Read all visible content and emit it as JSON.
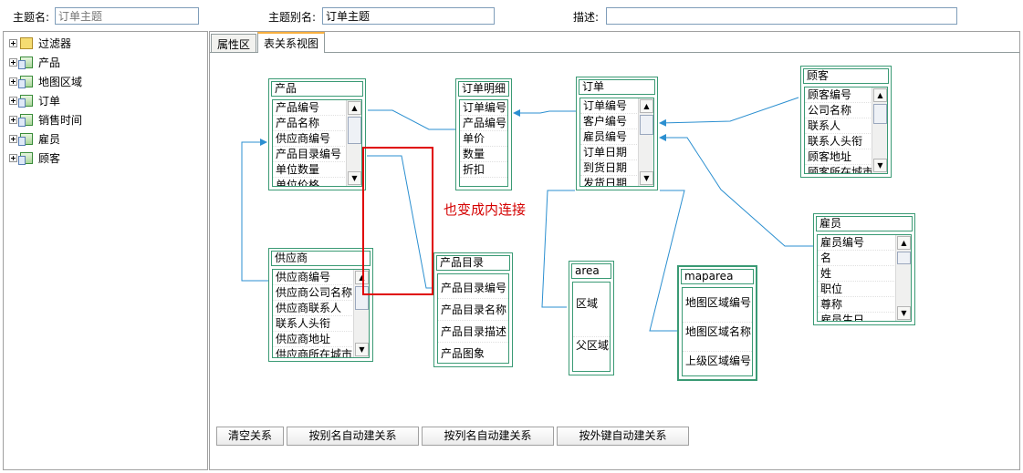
{
  "header": {
    "subject_name_label": "主题名:",
    "subject_name_placeholder": "订单主题",
    "subject_alias_label": "主题别名:",
    "subject_alias_value": "订单主题",
    "description_label": "描述:",
    "description_value": ""
  },
  "tree": {
    "items": [
      {
        "label": "过滤器",
        "icon": "filter-icon"
      },
      {
        "label": "产品",
        "icon": "table-icon"
      },
      {
        "label": "地图区域",
        "icon": "table-icon"
      },
      {
        "label": "订单",
        "icon": "table-icon"
      },
      {
        "label": "销售时间",
        "icon": "table-icon"
      },
      {
        "label": "雇员",
        "icon": "table-icon"
      },
      {
        "label": "顾客",
        "icon": "table-icon"
      }
    ]
  },
  "tabs": [
    {
      "label": "属性区",
      "active": false
    },
    {
      "label": "表关系视图",
      "active": true
    }
  ],
  "entities": {
    "product": {
      "title": "产品",
      "fields": [
        "产品编号",
        "产品名称",
        "供应商编号",
        "产品目录编号",
        "单位数量",
        "单位价格"
      ]
    },
    "order_detail": {
      "title": "订单明细",
      "fields": [
        "订单编号",
        "产品编号",
        "单价",
        "数量",
        "折扣"
      ]
    },
    "order": {
      "title": "订单",
      "fields": [
        "订单编号",
        "客户编号",
        "雇员编号",
        "订单日期",
        "到货日期",
        "发货日期"
      ]
    },
    "customer": {
      "title": "顾客",
      "fields": [
        "顾客编号",
        "公司名称",
        "联系人",
        "联系人头衔",
        "顾客地址",
        "顾客所在城市"
      ]
    },
    "supplier": {
      "title": "供应商",
      "fields": [
        "供应商编号",
        "供应商公司名称",
        "供应商联系人",
        "联系人头衔",
        "供应商地址",
        "供应商所在城市"
      ]
    },
    "category": {
      "title": "产品目录",
      "fields": [
        "产品目录编号",
        "产品目录名称",
        "产品目录描述",
        "产品图象"
      ]
    },
    "area": {
      "title": "area",
      "fields": [
        "区域",
        "父区域"
      ]
    },
    "maparea": {
      "title": "maparea",
      "fields": [
        "地图区域编号",
        "地图区域名称",
        "上级区域编号"
      ]
    },
    "employee": {
      "title": "雇员",
      "fields": [
        "雇员编号",
        "名",
        "姓",
        "职位",
        "尊称",
        "雇员生日"
      ]
    }
  },
  "annotation": "也变成内连接",
  "buttons": {
    "clear": "清空关系",
    "by_alias": "按别名自动建关系",
    "by_column": "按列名自动建关系",
    "by_foreign_key": "按外键自动建关系"
  },
  "colors": {
    "entity_border": "#3a9a74",
    "link_line": "#2b8fd0",
    "highlight": "#e00000",
    "tab_accent": "#f9b040"
  }
}
